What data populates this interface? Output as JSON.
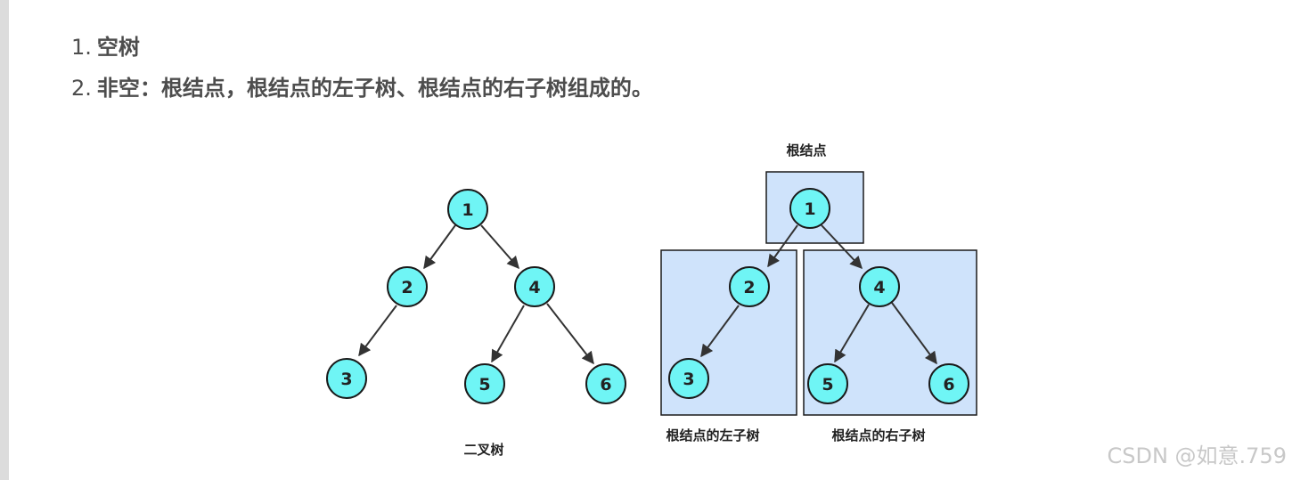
{
  "list": {
    "items": [
      {
        "num": "1.",
        "text": "空树"
      },
      {
        "num": "2.",
        "text": "非空：根结点，根结点的左子树、根结点的右子树组成的。"
      }
    ]
  },
  "diagram": {
    "colors": {
      "node_fill": "#6ff5f5",
      "node_stroke": "#1a1a1a",
      "box_fill": "#cfe3fb",
      "box_stroke": "#1a1a1a",
      "edge": "#333333"
    },
    "left_tree": {
      "caption": "二叉树",
      "nodes": [
        "1",
        "2",
        "4",
        "3",
        "5",
        "6"
      ]
    },
    "right_tree": {
      "root_caption": "根结点",
      "left_caption": "根结点的左子树",
      "right_caption": "根结点的右子树",
      "nodes": [
        "1",
        "2",
        "4",
        "3",
        "5",
        "6"
      ]
    }
  },
  "watermark": "CSDN @如意.759"
}
